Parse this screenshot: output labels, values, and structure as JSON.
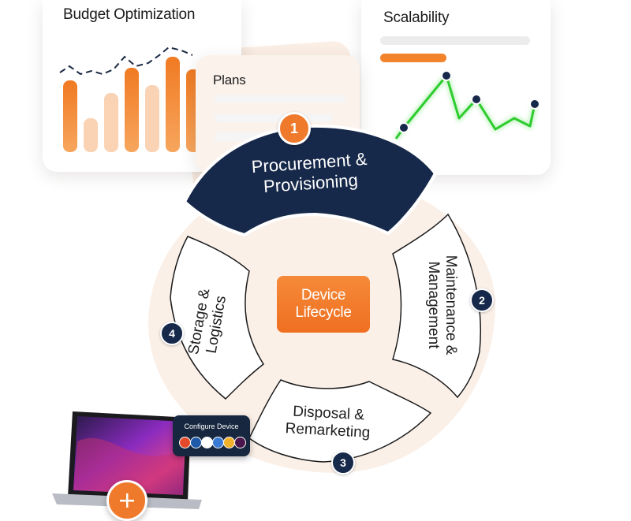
{
  "cards": {
    "budget_title": "Budget Optimization",
    "scalability_title": "Scalability",
    "plans_title": "Plans"
  },
  "lifecycle": {
    "center_line1": "Device",
    "center_line2": "Lifecycle",
    "segments": [
      {
        "number": "1",
        "line1": "Procurement &",
        "line2": "Provisioning"
      },
      {
        "number": "2",
        "line1": "Maintenance &",
        "line2": "Management"
      },
      {
        "number": "3",
        "line1": "Disposal &",
        "line2": "Remarketing"
      },
      {
        "number": "4",
        "line1": "Storage &",
        "line2": "Logistics"
      }
    ]
  },
  "configure": {
    "label": "Configure Device"
  },
  "colors": {
    "navy": "#17294a",
    "orange": "#f2832b",
    "peach": "#fbeee6",
    "green": "#2ecc2e"
  },
  "icons": {
    "add": "plus-icon",
    "laptop": "laptop-icon"
  }
}
